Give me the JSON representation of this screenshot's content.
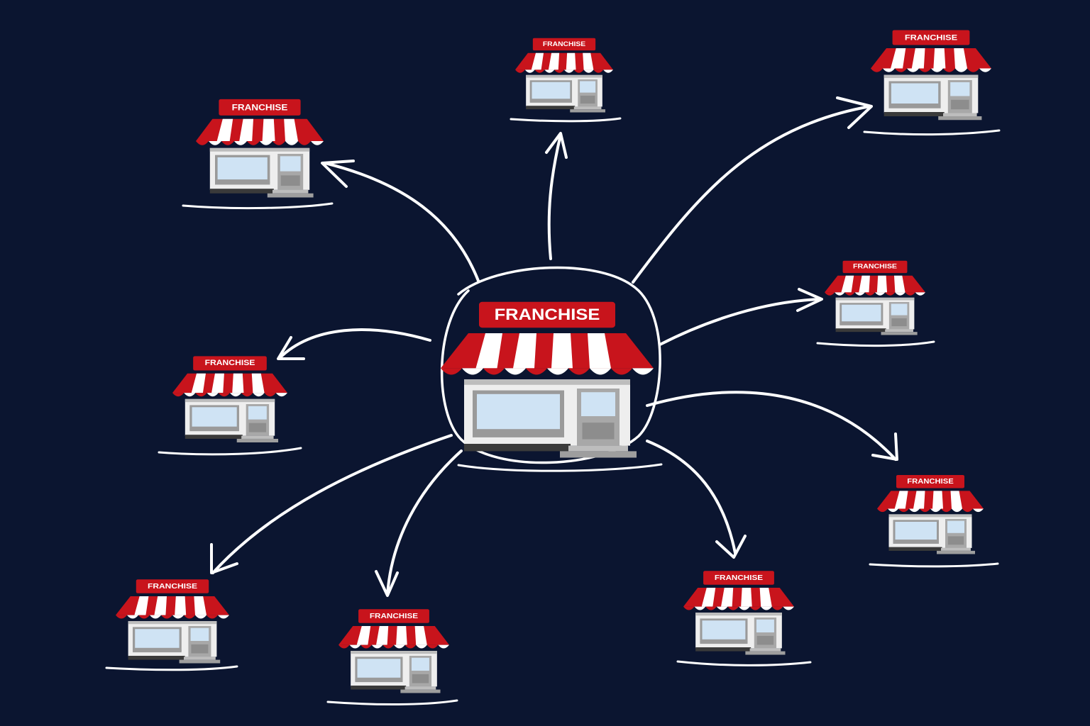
{
  "diagram": {
    "hub": {
      "label": "FRANCHISE"
    },
    "branches": [
      {
        "id": "top-left",
        "label": "FRANCHISE"
      },
      {
        "id": "top-center",
        "label": "FRANCHISE"
      },
      {
        "id": "top-right",
        "label": "FRANCHISE"
      },
      {
        "id": "left",
        "label": "FRANCHISE"
      },
      {
        "id": "right",
        "label": "FRANCHISE"
      },
      {
        "id": "right-lower",
        "label": "FRANCHISE"
      },
      {
        "id": "bottom-left",
        "label": "FRANCHISE"
      },
      {
        "id": "bottom-center",
        "label": "FRANCHISE"
      },
      {
        "id": "bottom-right",
        "label": "FRANCHISE"
      }
    ]
  },
  "colors": {
    "background": "#0b1530",
    "awning_red": "#c8141c",
    "awning_white": "#ffffff",
    "wall": "#eeeeee",
    "window": "#cfe3f4",
    "arrow": "#ffffff"
  }
}
